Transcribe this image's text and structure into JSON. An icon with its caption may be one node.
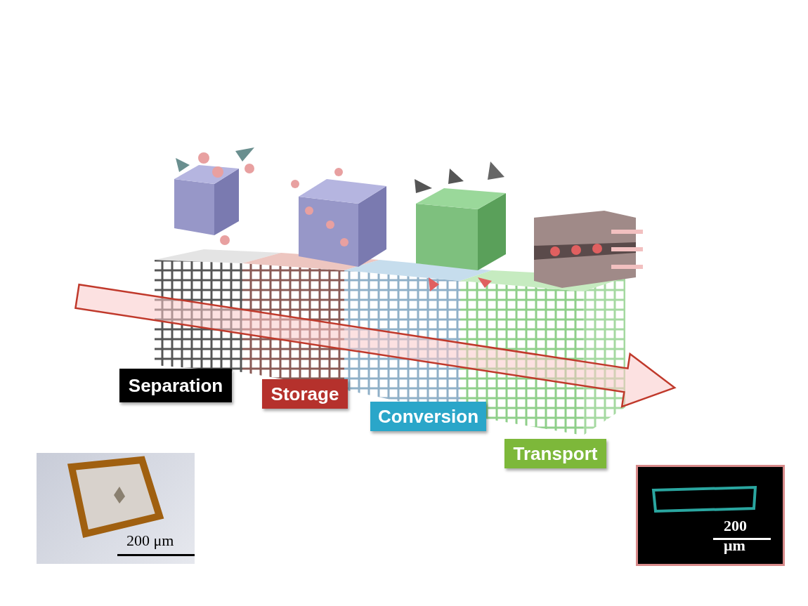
{
  "diagram": {
    "nodes": [
      {
        "text": [
          "Separation"
        ]
      },
      {
        "text": [
          "Storage"
        ]
      },
      {
        "text": [
          "Conversion"
        ]
      },
      {
        "text": [
          "Transport"
        ]
      }
    ],
    "labels": [
      "200 μm",
      "200 μm"
    ]
  }
}
